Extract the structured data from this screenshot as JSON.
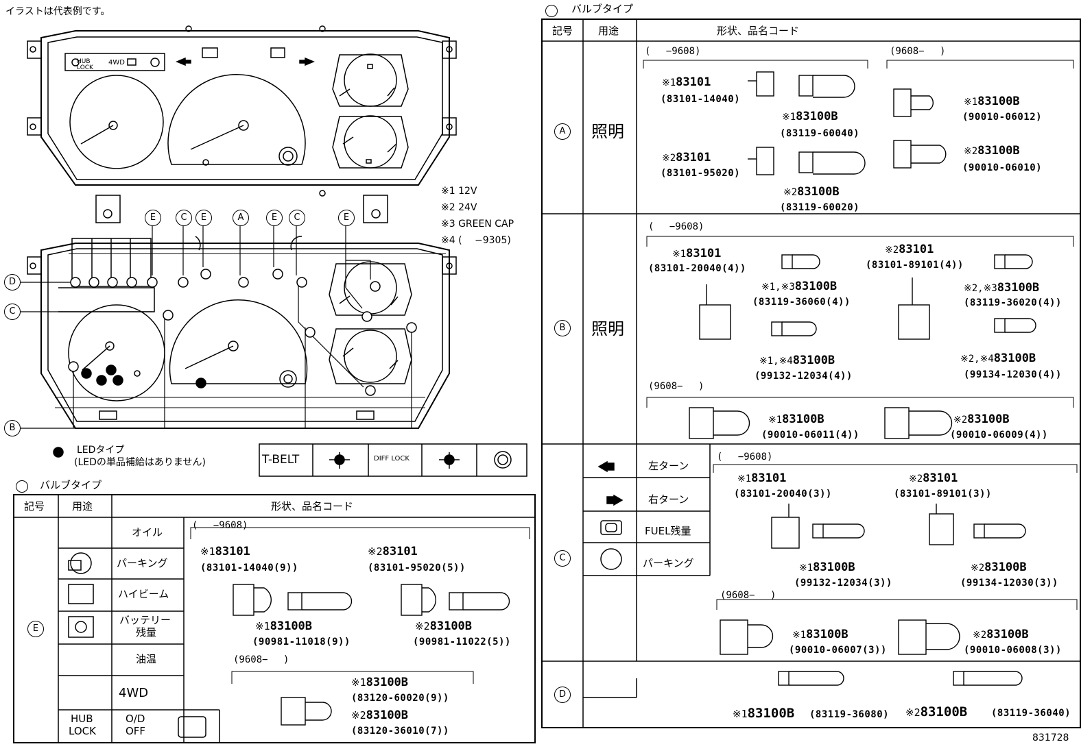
{
  "note_top": "イラストは代表例です。",
  "legend_notes": [
    "※1 12V",
    "※2 24V",
    "※3 GREEN CAP",
    "※4 (　 −9305)"
  ],
  "led_note": {
    "title": "LEDタイプ",
    "sub": "(LEDの単品補給はありません)"
  },
  "indicator_strip": {
    "tbelt": "T-BELT",
    "difflock": "DIFF LOCK"
  },
  "cluster_panel": {
    "hub": "HUB",
    "lock": "LOCK",
    "fwd": "4WD"
  },
  "callouts": {
    "A": "A",
    "B": "B",
    "C": "C",
    "D": "D",
    "E": "E"
  },
  "right_table": {
    "section_title": "バルブタイプ",
    "headers": {
      "symbol": "記号",
      "use": "用途",
      "shape": "形状、品名コード"
    },
    "rowA": {
      "symbol": "A",
      "use": "照明",
      "before": "(　 −9608)",
      "after": "(9608−　 )",
      "s1": "※1",
      "s2": "※2",
      "p1": "83101",
      "p1c": "(83101-14040)",
      "p2": "83100B",
      "p2c": "(83119-60040)",
      "p3": "83101",
      "p3c": "(83101-95020)",
      "p4": "83100B",
      "p4c": "(83119-60020)",
      "p5": "83100B",
      "p5c": "(90010-06012)",
      "p6": "83100B",
      "p6c": "(90010-06010)"
    },
    "rowB": {
      "symbol": "B",
      "use": "照明",
      "before": "(　 −9608)",
      "after": "(9608−　 )",
      "s1": "※1",
      "s2": "※2",
      "s13": "※1,※3",
      "s14": "※1,※4",
      "s23": "※2,※3",
      "s24": "※2,※4",
      "p1": "83101",
      "p1c": "(83101-20040(4))",
      "p2": "83100B",
      "p2c": "(83119-36060(4))",
      "p3": "83100B",
      "p3c": "(99132-12034(4))",
      "p4": "83101",
      "p4c": "(83101-89101(4))",
      "p5": "83100B",
      "p5c": "(83119-36020(4))",
      "p6": "83100B",
      "p6c": "(99134-12030(4))",
      "p7": "83100B",
      "p7c": "(90010-06011(4))",
      "p8": "83100B",
      "p8c": "(90010-06009(4))"
    },
    "rowC": {
      "symbol": "C",
      "uses": [
        "左ターン",
        "右ターン",
        "FUEL残量",
        "パーキング"
      ],
      "before": "(　 −9608)",
      "after": "(9608−　 )",
      "s1": "※1",
      "s2": "※2",
      "p1": "83101",
      "p1c": "(83101-20040(3))",
      "p2": "83101",
      "p2c": "(83101-89101(3))",
      "p3": "83100B",
      "p3c": "(99132-12034(3))",
      "p4": "83100B",
      "p4c": "(99134-12030(3))",
      "p5": "83100B",
      "p5c": "(90010-06007(3))",
      "p6": "83100B",
      "p6c": "(90010-06008(3))"
    },
    "rowD": {
      "symbol": "D",
      "s1": "※1",
      "s2": "※2",
      "p1": "83100B",
      "p1c": "(83119-36080)",
      "p2": "83100B",
      "p2c": "(83119-36040)"
    }
  },
  "left_table": {
    "section_title": "バルブタイプ",
    "headers": {
      "symbol": "記号",
      "use": "用途",
      "shape": "形状、品名コード"
    },
    "symbol": "E",
    "uses": [
      "オイル",
      "パーキング",
      "ハイビーム",
      "バッテリー",
      "残量",
      "油温",
      "4WD"
    ],
    "hub": "HUB",
    "lock": "LOCK",
    "od": "O/D",
    "off": "OFF",
    "before": "(　 −9608)",
    "after": "(9608−　 )",
    "s1": "※1",
    "s2": "※2",
    "p1": "83101",
    "p1c": "(83101-14040(9))",
    "p2": "83101",
    "p2c": "(83101-95020(5))",
    "p3": "83100B",
    "p3c": "(90981-11018(9))",
    "p4": "83100B",
    "p4c": "(90981-11022(5))",
    "p5": "83100B",
    "p5c": "(83120-60020(9))",
    "p6": "83100B",
    "p6c": "(83120-36010(7))"
  },
  "figure_id": "831728"
}
